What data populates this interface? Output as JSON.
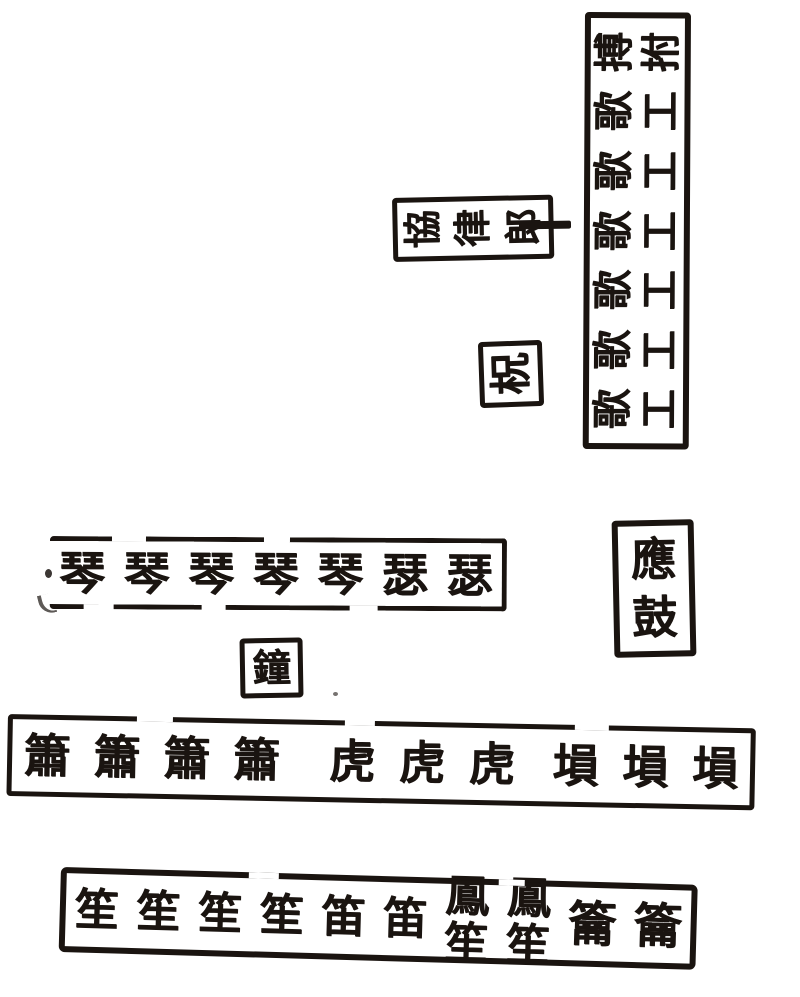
{
  "page": {
    "background": "#ffffff",
    "ink": "#1a1410"
  },
  "ensemble": {
    "singers_panel": {
      "rows": [
        {
          "left": "搏",
          "right": "拊"
        },
        {
          "left": "歌",
          "right": "工"
        },
        {
          "left": "歌",
          "right": "工"
        },
        {
          "left": "歌",
          "right": "工"
        },
        {
          "left": "歌",
          "right": "工"
        },
        {
          "left": "歌",
          "right": "工"
        },
        {
          "left": "歌",
          "right": "工"
        }
      ]
    },
    "conductor": {
      "chars": [
        "協",
        "律",
        "郎"
      ]
    },
    "zhu": {
      "char": "柷"
    },
    "ying_gu": {
      "chars": [
        "應",
        "鼓"
      ]
    },
    "qin_se": {
      "chars": [
        "琴",
        "琴",
        "琴",
        "琴",
        "琴",
        "瑟",
        "瑟"
      ]
    },
    "bell": {
      "char": "鐘"
    },
    "winds_row": {
      "chars": [
        "簫",
        "簫",
        "簫",
        "簫",
        "虎",
        "虎",
        "虎",
        "塤",
        "塤",
        "塤"
      ]
    },
    "sheng_row": {
      "cells": [
        {
          "char": "笙"
        },
        {
          "char": "笙"
        },
        {
          "char": "笙"
        },
        {
          "char": "笙"
        },
        {
          "char": "笛"
        },
        {
          "char": "笛"
        },
        {
          "top": "鳳",
          "bottom": "笙"
        },
        {
          "top": "鳳",
          "bottom": "笙"
        },
        {
          "char": "籥"
        },
        {
          "char": "籥"
        }
      ]
    }
  }
}
